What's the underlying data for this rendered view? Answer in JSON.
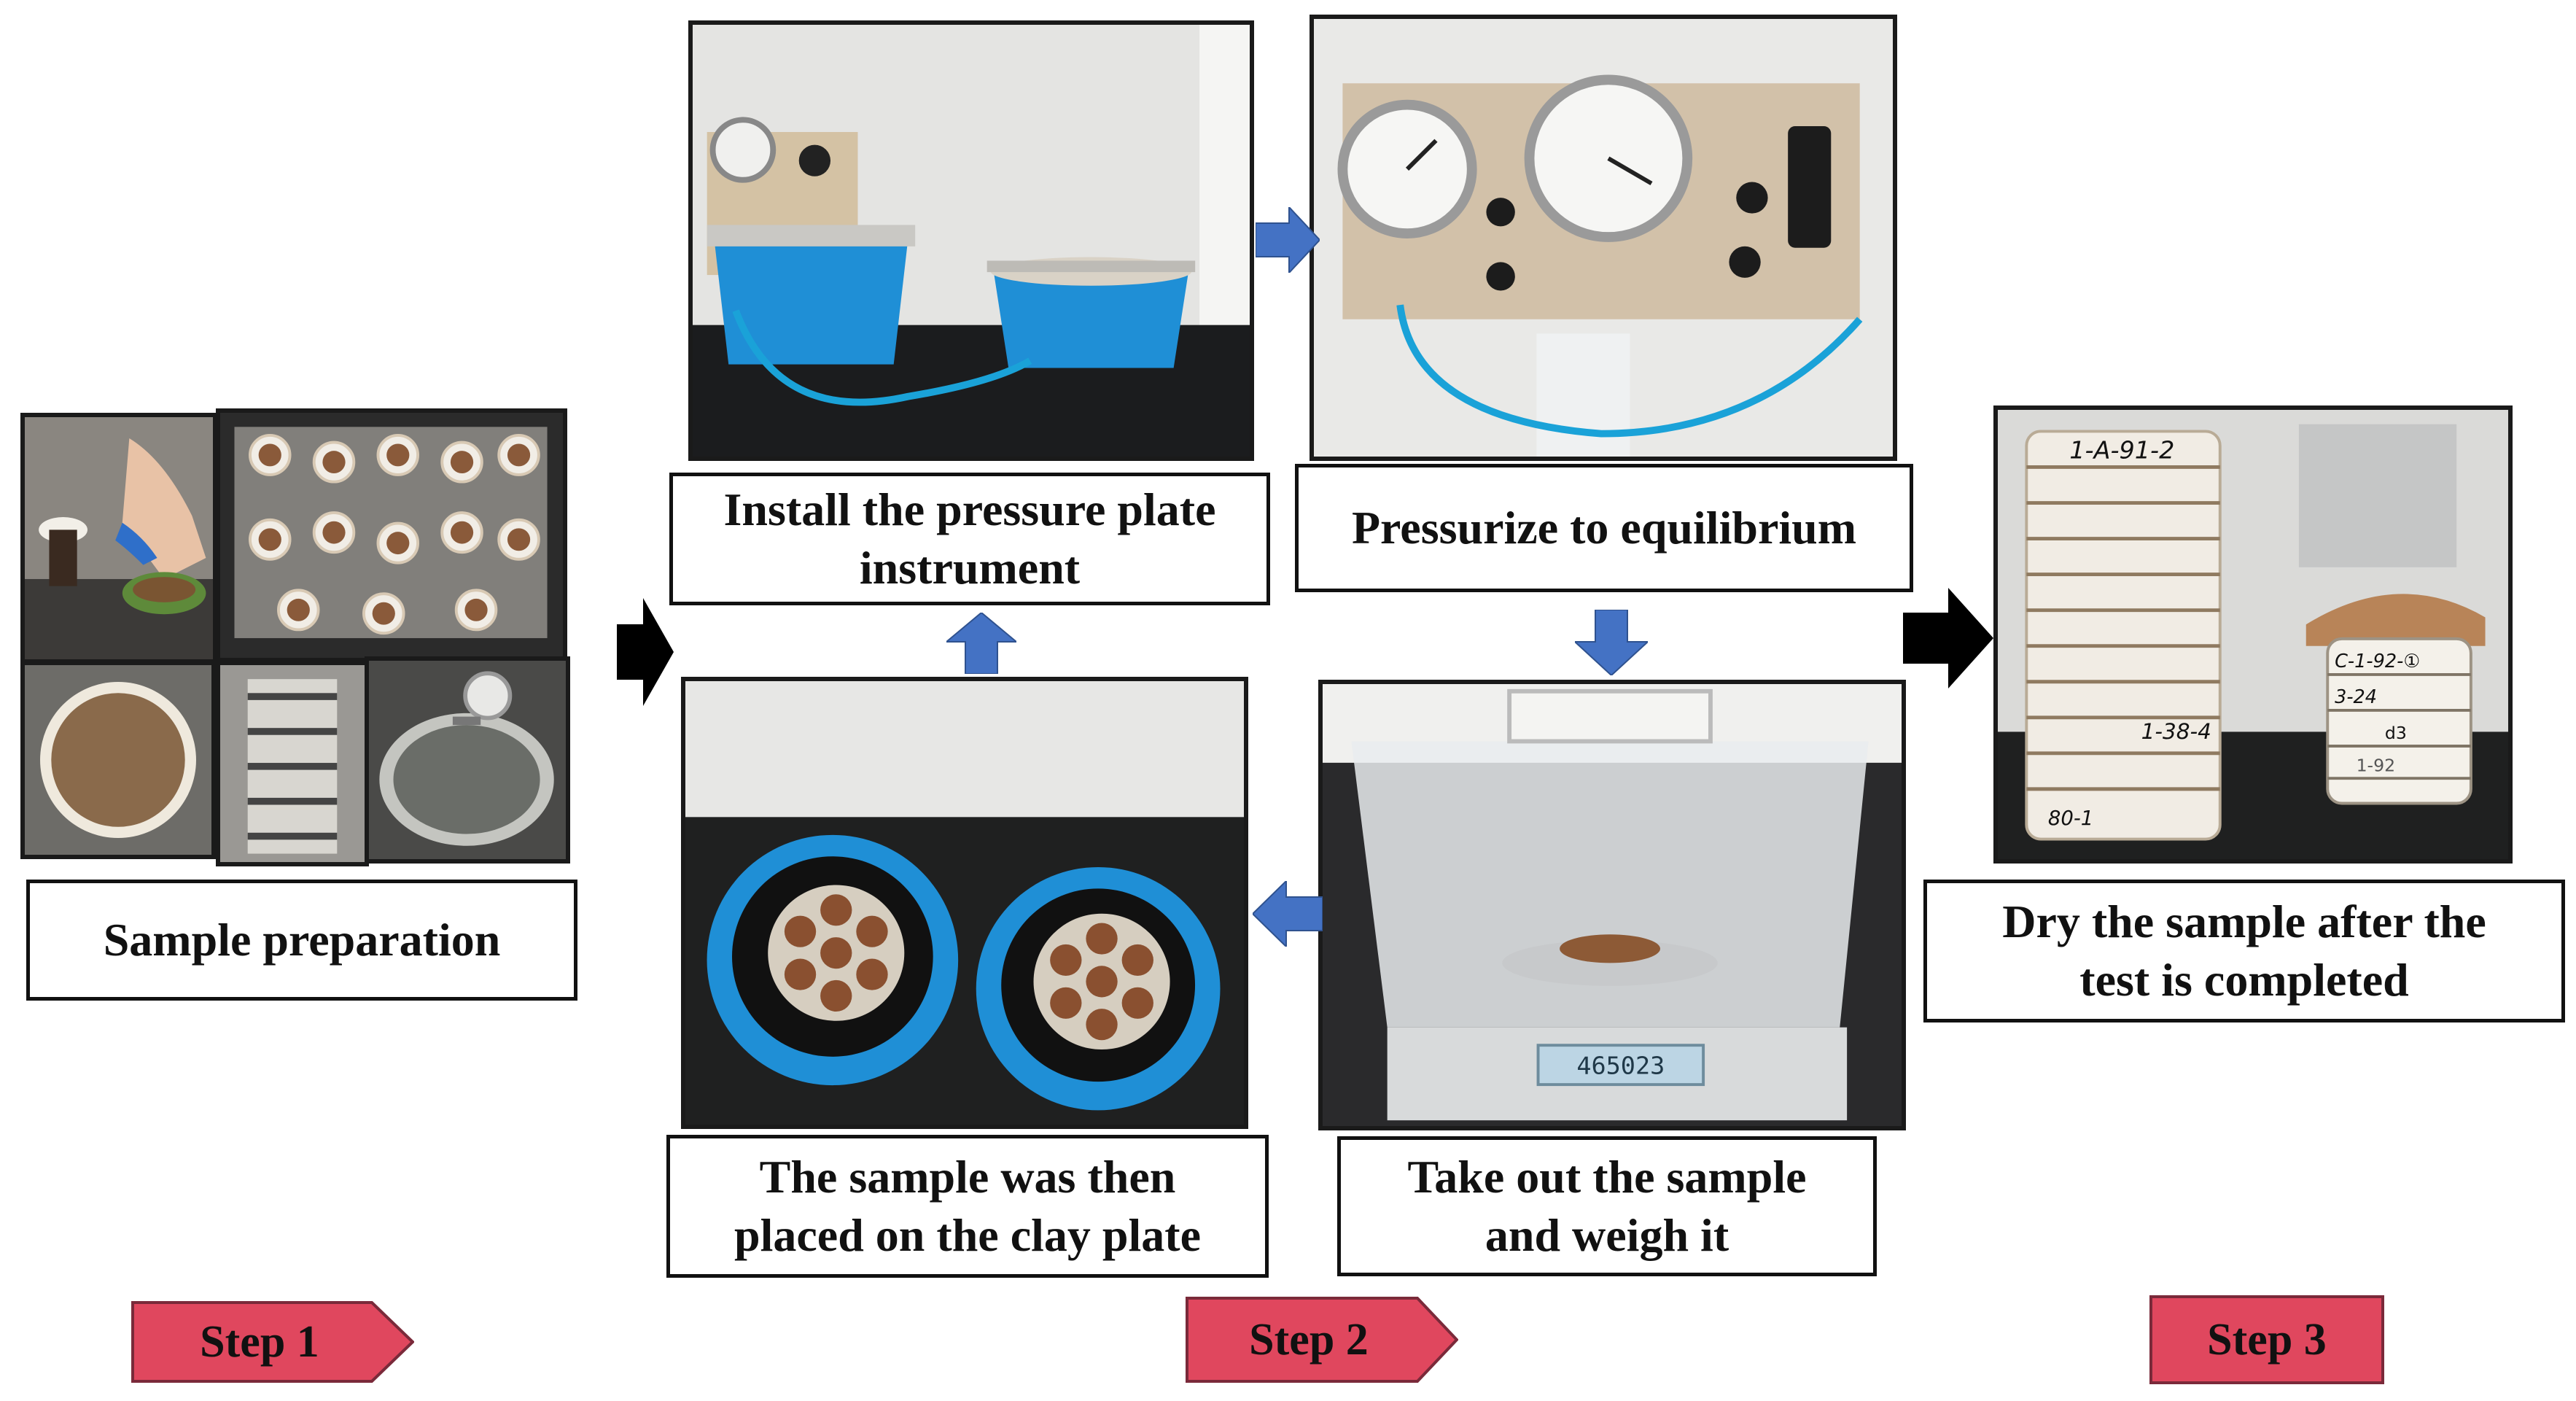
{
  "captions": {
    "sample_preparation": "Sample preparation",
    "install": [
      "Install the pressure plate",
      "instrument"
    ],
    "pressurize": "Pressurize to equilibrium",
    "placed": [
      "The sample was then",
      "placed on the clay plate"
    ],
    "weigh": [
      "Take out the sample",
      "and weigh it"
    ],
    "dry": [
      "Dry the sample after the",
      "test is completed"
    ]
  },
  "steps": [
    "Step 1",
    "Step 2",
    "Step 3"
  ],
  "photo_text": {
    "balance_reading": "465023",
    "ring_label_top": "1-A-91-2",
    "ring_label_mid": "1-38-4",
    "ring_label_bottom": "80-1",
    "small_ring_1": "C-1-92-①",
    "small_ring_2": "3-24",
    "small_ring_3": "d3",
    "small_ring_4": "1-92"
  },
  "colors": {
    "step_badge": "#e0475e",
    "blue_arrow": "#4472c4",
    "black_arrow": "#000000",
    "vessel_blue": "#1f8fd6"
  }
}
